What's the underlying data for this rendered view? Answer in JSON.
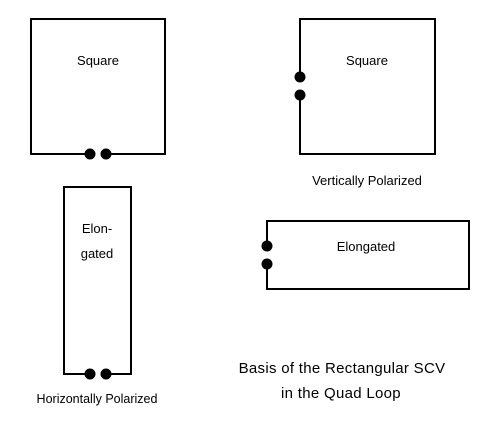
{
  "colors": {
    "stroke": "#000000",
    "background": "#ffffff",
    "dot": "#000000"
  },
  "loops": {
    "top_left": {
      "label": "Square"
    },
    "top_right": {
      "label": "Square",
      "caption": "Vertically Polarized"
    },
    "bottom_left": {
      "label_line1": "Elon-",
      "label_line2": "gated",
      "caption": "Horizontally Polarized"
    },
    "bottom_right": {
      "label": "Elongated"
    }
  },
  "title": {
    "line1": "Basis of the Rectangular SCV",
    "line2": "in the Quad Loop"
  }
}
